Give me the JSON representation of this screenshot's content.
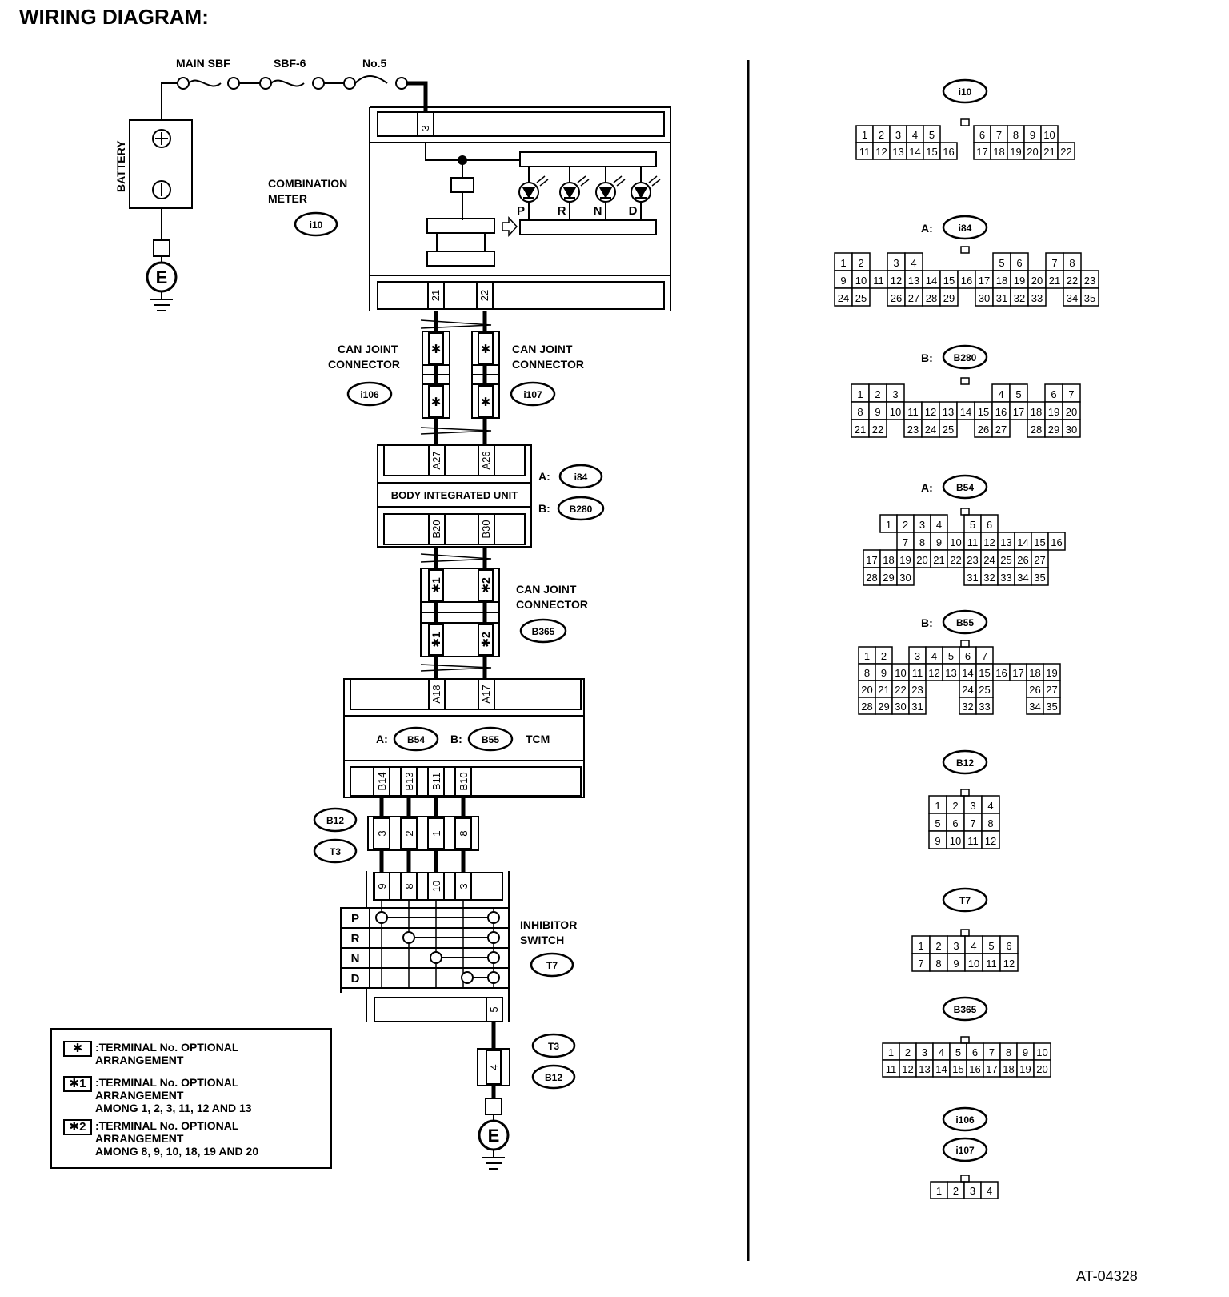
{
  "title": "WIRING DIAGRAM:",
  "doc_id": "AT-04328",
  "power": {
    "fuse1": "MAIN SBF",
    "fuse2": "SBF-6",
    "fuse3": "No.5",
    "battery": "BATTERY",
    "plus": "⊕",
    "minus": "⊖",
    "ground": "E"
  },
  "combination_meter": {
    "label_l1": "COMBINATION",
    "label_l2": "METER",
    "code": "i10",
    "pin_top": "3",
    "pin_a": "21",
    "pin_b": "22",
    "leds": [
      "P",
      "R",
      "N",
      "D"
    ]
  },
  "can_joint_1": {
    "l1": "CAN JOINT",
    "l2": "CONNECTOR",
    "code": "i106"
  },
  "can_joint_2": {
    "l1": "CAN JOINT",
    "l2": "CONNECTOR",
    "code": "i107"
  },
  "star": "✱",
  "star1": "✱1",
  "star2": "✱2",
  "body_integrated_unit": {
    "label": "BODY INTEGRATED UNIT",
    "a_prefix": "A:",
    "a_code": "i84",
    "b_prefix": "B:",
    "b_code": "B280",
    "pin_a27": "A27",
    "pin_a26": "A26",
    "pin_b20": "B20",
    "pin_b30": "B30"
  },
  "can_joint_3": {
    "l1": "CAN JOINT",
    "l2": "CONNECTOR",
    "code": "B365"
  },
  "tcm": {
    "label": "TCM",
    "a_prefix": "A:",
    "a_code": "B54",
    "b_prefix": "B:",
    "b_code": "B55",
    "pin_a18": "A18",
    "pin_a17": "A17",
    "pins_b": [
      "B14",
      "B13",
      "B11",
      "B10"
    ]
  },
  "b12_t3": {
    "code1": "B12",
    "code2": "T3",
    "pins": [
      "3",
      "2",
      "1",
      "8"
    ]
  },
  "inhibitor_switch": {
    "l1": "INHIBITOR",
    "l2": "SWITCH",
    "code": "T7",
    "pins": [
      "9",
      "8",
      "10",
      "3"
    ],
    "positions": [
      "P",
      "R",
      "N",
      "D"
    ],
    "pin_bottom": "5"
  },
  "ground_conn": {
    "code1": "T3",
    "code2": "B12",
    "pin": "4",
    "ground": "E"
  },
  "legend": [
    {
      "symbol": "✱",
      "text": ":TERMINAL No. OPTIONAL\n ARRANGEMENT"
    },
    {
      "symbol": "✱1",
      "text": ":TERMINAL No. OPTIONAL\n ARRANGEMENT\n AMONG 1, 2, 3, 11, 12  AND 13"
    },
    {
      "symbol": "✱2",
      "text": ":TERMINAL No. OPTIONAL\n ARRANGEMENT\n AMONG 8, 9, 10, 18, 19  AND 20"
    }
  ],
  "connector_views": [
    {
      "prefix": "",
      "code": "i10",
      "rows": [
        [
          "1",
          "2",
          "3",
          "4",
          "5",
          "",
          "",
          "6",
          "7",
          "8",
          "9",
          "10"
        ],
        [
          "11",
          "12",
          "13",
          "14",
          "15",
          "16",
          "",
          "17",
          "18",
          "19",
          "20",
          "21",
          "22"
        ]
      ]
    },
    {
      "prefix": "A:",
      "code": "i84",
      "rows": [
        [
          "1",
          "2",
          "",
          "3",
          "4",
          "",
          "",
          "",
          "",
          "5",
          "6",
          "",
          "7",
          "8"
        ],
        [
          "9",
          "10",
          "11",
          "12",
          "13",
          "14",
          "15",
          "16",
          "17",
          "18",
          "19",
          "20",
          "21",
          "22",
          "23"
        ],
        [
          "24",
          "25",
          "",
          "26",
          "27",
          "28",
          "29",
          "",
          "30",
          "31",
          "32",
          "33",
          "",
          "34",
          "35"
        ]
      ]
    },
    {
      "prefix": "B:",
      "code": "B280",
      "rows": [
        [
          "1",
          "2",
          "3",
          "",
          "",
          "",
          "",
          "",
          "4",
          "5",
          "",
          "6",
          "7"
        ],
        [
          "8",
          "9",
          "10",
          "11",
          "12",
          "13",
          "14",
          "15",
          "16",
          "17",
          "18",
          "19",
          "20"
        ],
        [
          "21",
          "22",
          "",
          "23",
          "24",
          "25",
          "",
          "26",
          "27",
          "",
          "28",
          "29",
          "30"
        ]
      ]
    },
    {
      "prefix": "A:",
      "code": "B54",
      "rows": [
        [
          "",
          "1",
          "2",
          "3",
          "4",
          "",
          "5",
          "6"
        ],
        [
          "",
          "",
          "7",
          "8",
          "9",
          "10",
          "11",
          "12",
          "13",
          "14",
          "15",
          "16"
        ],
        [
          "17",
          "18",
          "19",
          "20",
          "21",
          "22",
          "23",
          "24",
          "25",
          "26",
          "27"
        ],
        [
          "28",
          "29",
          "30",
          "",
          "",
          "",
          "31",
          "32",
          "33",
          "34",
          "35"
        ]
      ]
    },
    {
      "prefix": "B:",
      "code": "B55",
      "rows": [
        [
          "1",
          "2",
          "",
          "3",
          "4",
          "5",
          "6",
          "7"
        ],
        [
          "8",
          "9",
          "10",
          "11",
          "12",
          "13",
          "14",
          "15",
          "16",
          "17",
          "18",
          "19"
        ],
        [
          "20",
          "21",
          "22",
          "23",
          "",
          "",
          "24",
          "25",
          "",
          "",
          "26",
          "27"
        ],
        [
          "28",
          "29",
          "30",
          "31",
          "",
          "",
          "32",
          "33",
          "",
          "",
          "34",
          "35"
        ]
      ]
    },
    {
      "prefix": "",
      "code": "B12",
      "rows": [
        [
          "1",
          "2",
          "3",
          "4"
        ],
        [
          "5",
          "6",
          "7",
          "8"
        ],
        [
          "9",
          "10",
          "11",
          "12"
        ]
      ]
    },
    {
      "prefix": "",
      "code": "T7",
      "rows": [
        [
          "1",
          "2",
          "3",
          "4",
          "5",
          "6"
        ],
        [
          "7",
          "8",
          "9",
          "10",
          "11",
          "12"
        ]
      ]
    },
    {
      "prefix": "",
      "code": "B365",
      "rows": [
        [
          "1",
          "2",
          "3",
          "4",
          "5",
          "6",
          "7",
          "8",
          "9",
          "10"
        ],
        [
          "11",
          "12",
          "13",
          "14",
          "15",
          "16",
          "17",
          "18",
          "19",
          "20"
        ]
      ]
    },
    {
      "prefix": "",
      "code": "i106",
      "code2": "i107",
      "rows": [
        [
          "1",
          "2",
          "3",
          "4"
        ]
      ]
    }
  ]
}
